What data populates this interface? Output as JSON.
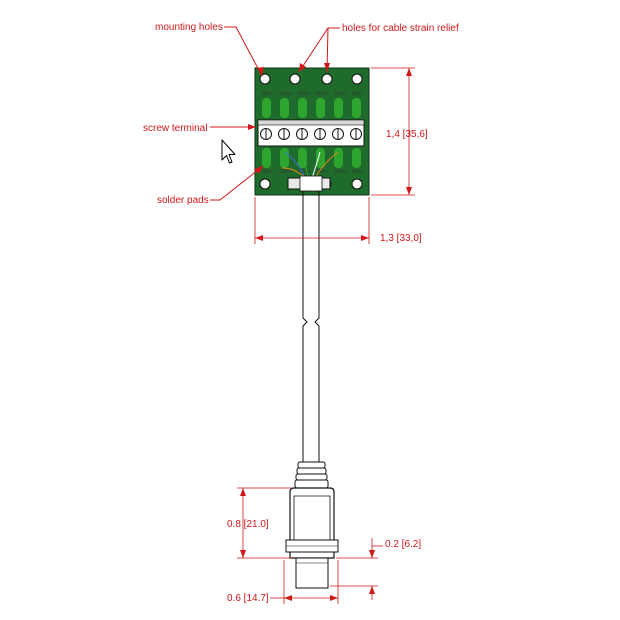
{
  "callouts": {
    "mounting_holes": "mounting holes",
    "strain_relief": "holes for cable strain relief",
    "screw_terminal": "screw terminal",
    "solder_pads": "solder pads"
  },
  "dimensions": {
    "board_height": "1,4 [35,6]",
    "board_width": "1,3 [33,0]",
    "connector_height": "0.8 [21.0]",
    "connector_offset": "0.2 [6.2]",
    "connector_width": "0.6 [14.7]"
  },
  "pin_labels_top": [
    "N05+",
    "DIO3+",
    "DIO2+",
    "DIO1+",
    "DIO0+",
    "N05+"
  ],
  "pin_labels_bottom": [
    "N05+",
    "DIO3+",
    "DIO2+",
    "DIO1+",
    "DIO0+",
    "N05+"
  ],
  "colors": {
    "board": "#1f6b2c",
    "pad": "#2da52f",
    "annotation": "#d01818",
    "wire_blue": "#3a6fd8",
    "wire_orange": "#e08a1e",
    "wire_green": "#3aa83a"
  },
  "cursor_icon": "mouse-pointer-icon"
}
